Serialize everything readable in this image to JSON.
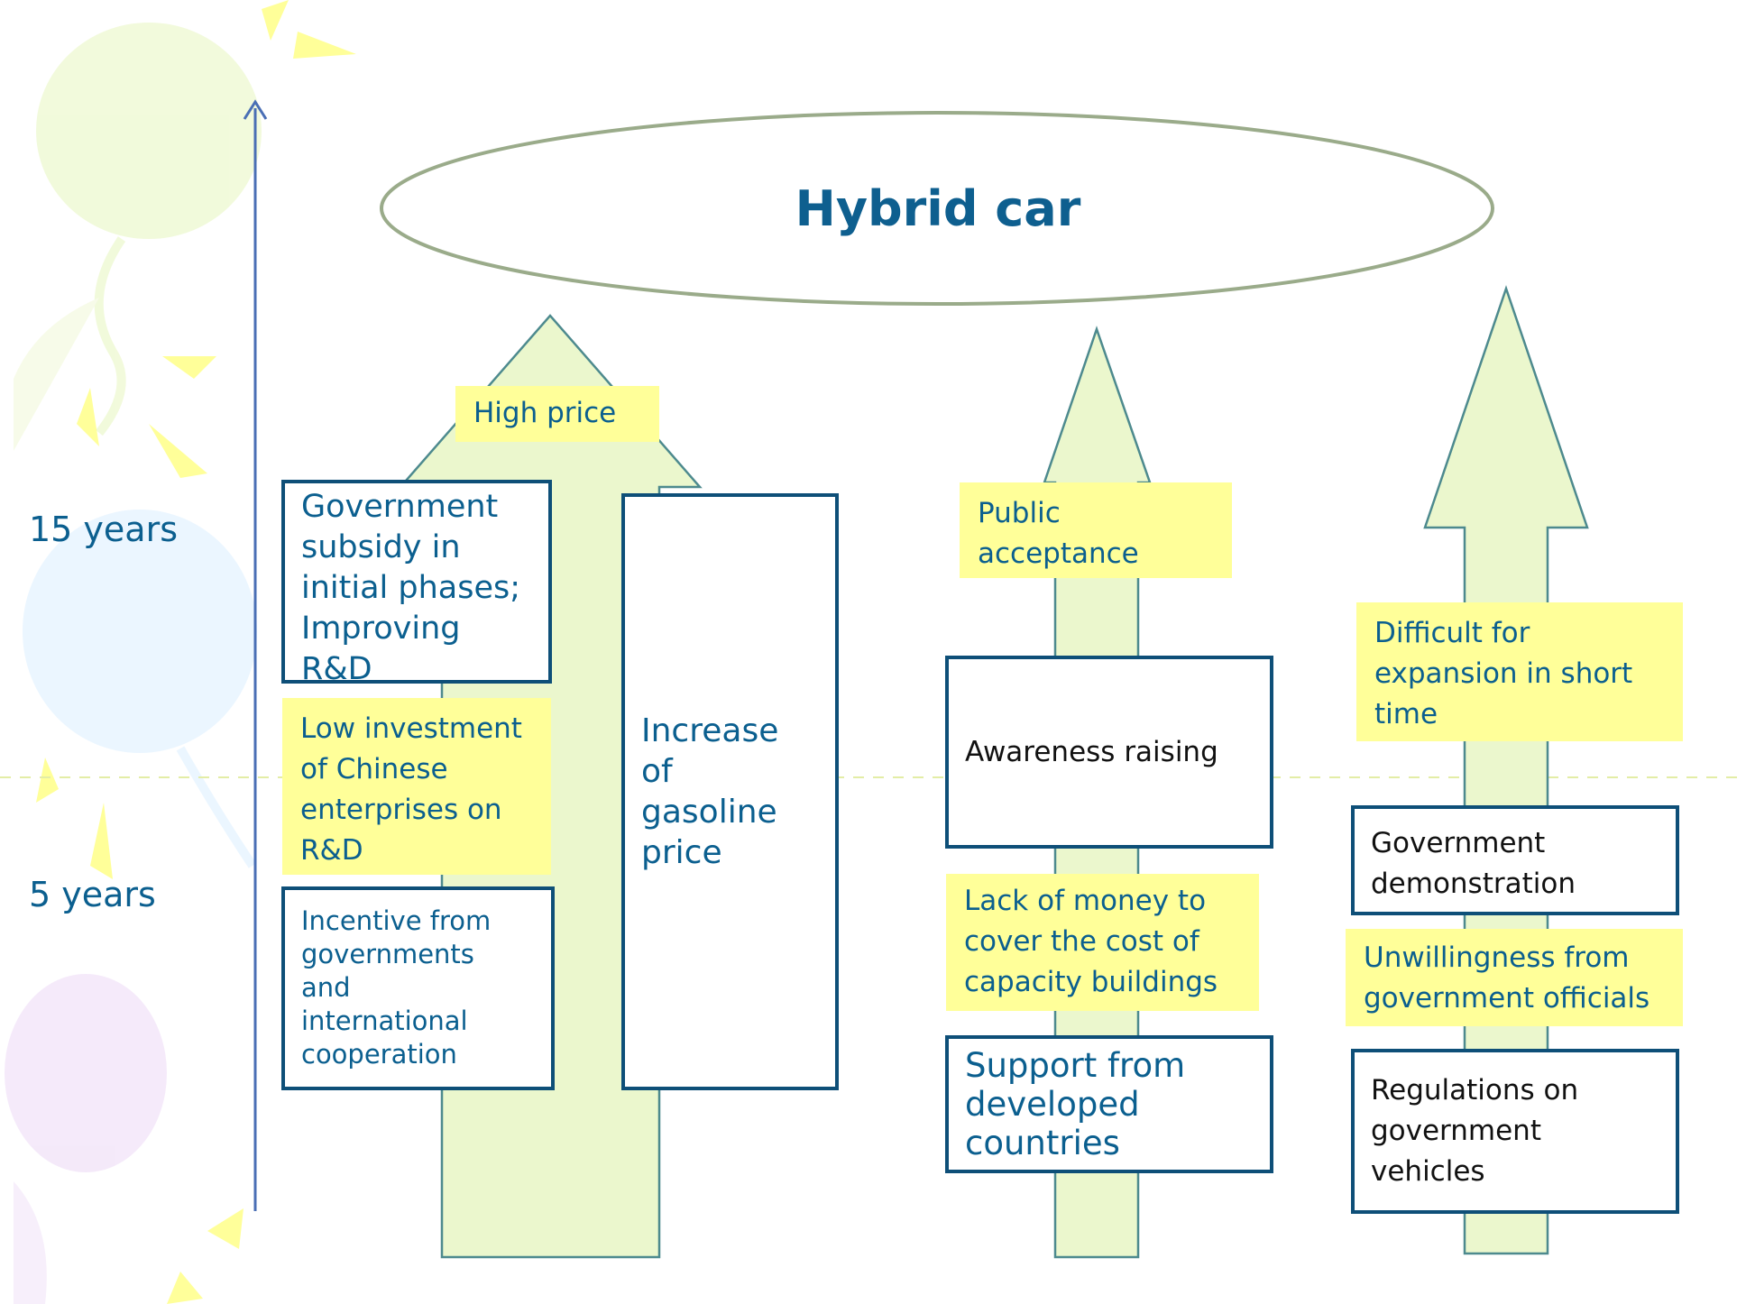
{
  "title": "Hybrid car",
  "timeline": {
    "label_15_years": "15 years",
    "label_5_years": "5 years"
  },
  "columns": {
    "price": {
      "barrier": "High price",
      "subsidy": "Government\nsubsidy in\ninitial phases;\nImproving\nR&D",
      "low_investment": "Low investment\nof Chinese\nenterprises on\nR&D",
      "incentive": "Incentive from\ngovernments\nand\ninternational\ncooperation",
      "gasoline": "Increase\nof\ngasoline\nprice"
    },
    "acceptance": {
      "barrier": "Public\nacceptance",
      "awareness": "Awareness raising",
      "lack_money": "Lack of money to\ncover the cost of\ncapacity buildings",
      "support": "Support from\ndeveloped\ncountries"
    },
    "expansion": {
      "barrier": "Difficult for\nexpansion in short\ntime",
      "demonstration": "Government\ndemonstration",
      "unwillingness": "Unwillingness from\ngovernment officials",
      "regulations": "Regulations on\ngovernment vehicles"
    }
  },
  "colors": {
    "arrow_fill": "#ebf7cd",
    "box_border": "#0e4f78",
    "note_fill": "#ffff99",
    "text_blue": "#0b5f8f"
  }
}
